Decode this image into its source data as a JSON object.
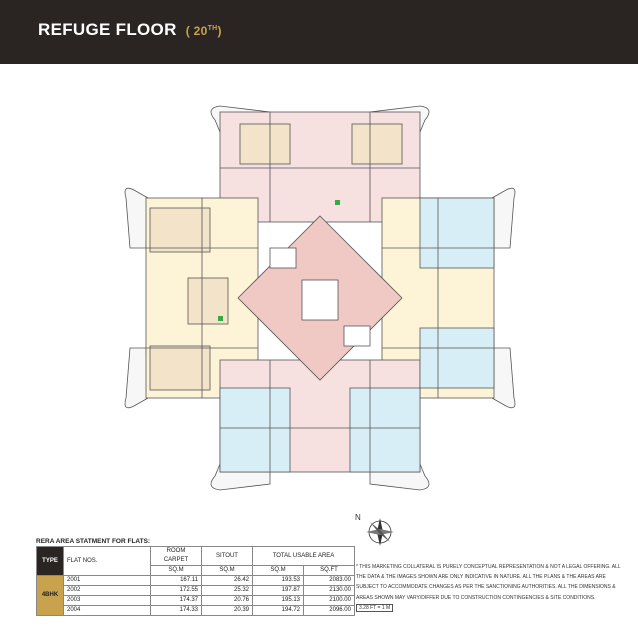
{
  "header": {
    "title": "REFUGE FLOOR",
    "subtitle_prefix": "( 20",
    "subtitle_sup": "TH",
    "subtitle_suffix": ")"
  },
  "colors": {
    "header_bg": "#2a2523",
    "accent_gold": "#c9a24e",
    "flat_yellow": "#fdf3d6",
    "flat_pink": "#f6e0e0",
    "flat_blue": "#d8eef7",
    "core_pink": "#f0c8c4"
  },
  "table": {
    "title": "RERA AREA STATMENT FOR FLATS:",
    "headers": {
      "type": "TYPE",
      "flat_nos": "FLAT NOS.",
      "room_carpet": "ROOM CARPET",
      "room_carpet_unit": "SQ.M",
      "sitout": "SITOUT",
      "sitout_unit": "SQ.M",
      "total": "TOTAL USABLE AREA",
      "total_unit_sqm": "SQ.M",
      "total_unit_sqft": "SQ.FT"
    },
    "type_label": "4BHK",
    "rows": [
      {
        "flat": "2001",
        "carpet": "167.11",
        "sitout": "26.42",
        "total_sqm": "193.53",
        "total_sqft": "2083.00"
      },
      {
        "flat": "2002",
        "carpet": "172.55",
        "sitout": "25.32",
        "total_sqm": "197.87",
        "total_sqft": "2130.00"
      },
      {
        "flat": "2003",
        "carpet": "174.37",
        "sitout": "20.76",
        "total_sqm": "195.13",
        "total_sqft": "2100.00"
      },
      {
        "flat": "2004",
        "carpet": "174.33",
        "sitout": "20.39",
        "total_sqm": "194.72",
        "total_sqft": "2096.00"
      }
    ]
  },
  "compass": {
    "label": "N"
  },
  "disclaimer": {
    "text": "* This marketing collateral is purely conceptual representation & not a legal offering. All the data & the images shown are only indicative in nature. All the plans & the areas are subject to accommodate changes as per the sanctioning authorities. All the dimensions & areas shown may vary/differ due to construction contingencies & site conditions.",
    "scale": "3.28 FT = 1 M"
  }
}
